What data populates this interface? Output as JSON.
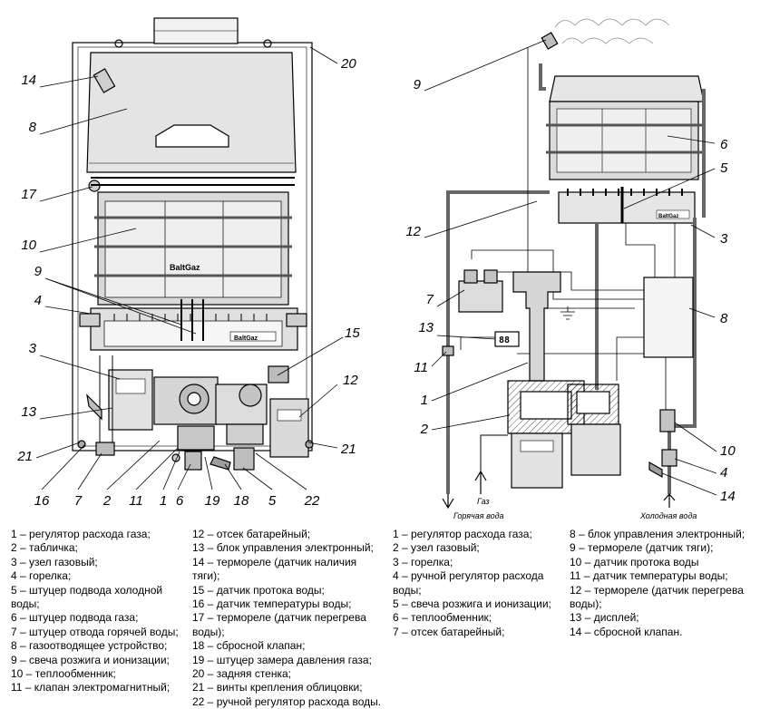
{
  "diagram": {
    "left": {
      "callouts": [
        "14",
        "8",
        "17",
        "10",
        "9",
        "4",
        "3",
        "13",
        "21",
        "16",
        "7",
        "2",
        "11",
        "1",
        "6",
        "19",
        "18",
        "5",
        "22",
        "21",
        "12",
        "15",
        "20"
      ],
      "brand": "BaltGaz",
      "brand_sub": "BaltGaz"
    },
    "right": {
      "callouts": [
        "9",
        "12",
        "7",
        "13",
        "11",
        "1",
        "2",
        "6",
        "5",
        "3",
        "8",
        "10",
        "4",
        "14"
      ],
      "brand": "BaltGaz",
      "display": "88",
      "labels": {
        "hot_water": "Горячая вода",
        "gas": "Газ",
        "cold_water": "Холодная вода"
      }
    }
  },
  "legend": {
    "col1": [
      "1 – регулятор расхода газа;",
      "2 – табличка;",
      "3 – узел газовый;",
      "4 – горелка;",
      "5 – штуцер подвода холодной воды;",
      "6 – штуцер подвода газа;",
      "7 – штуцер отвода горячей воды;",
      "8 – газоотводящее устройство;",
      "9 – свеча розжига и ионизации;",
      "10 – теплообменник;",
      "11 – клапан электромагнитный;"
    ],
    "col2": [
      "12 – отсек батарейный;",
      "13 – блок управления электронный;",
      "14 – термореле (датчик наличия тяги);",
      "15 – датчик протока воды;",
      "16 – датчик температуры воды;",
      "17 – термореле (датчик перегрева воды);",
      "18 – сбросной клапан;",
      "19 – штуцер замера давления газа;",
      "20 – задняя стенка;",
      "21 – винты крепления облицовки;",
      "22 – ручной регулятор расхода воды."
    ],
    "col3": [
      "1 – регулятор расхода газа;",
      "2 – узел газовый;",
      "3 – горелка;",
      "4 – ручной регулятор расхода воды;",
      "5 – свеча розжига и ионизации;",
      "6 – теплообменник;",
      "7 – отсек батарейный;"
    ],
    "col4": [
      "8 – блок управления электронный;",
      "9 – термореле (датчик тяги);",
      "10 – датчик протока воды",
      "11 – датчик температуры воды;",
      "12 – термореле (датчик перегрева воды);",
      "13 – дисплей;",
      "14 – сбросной клапан."
    ]
  }
}
